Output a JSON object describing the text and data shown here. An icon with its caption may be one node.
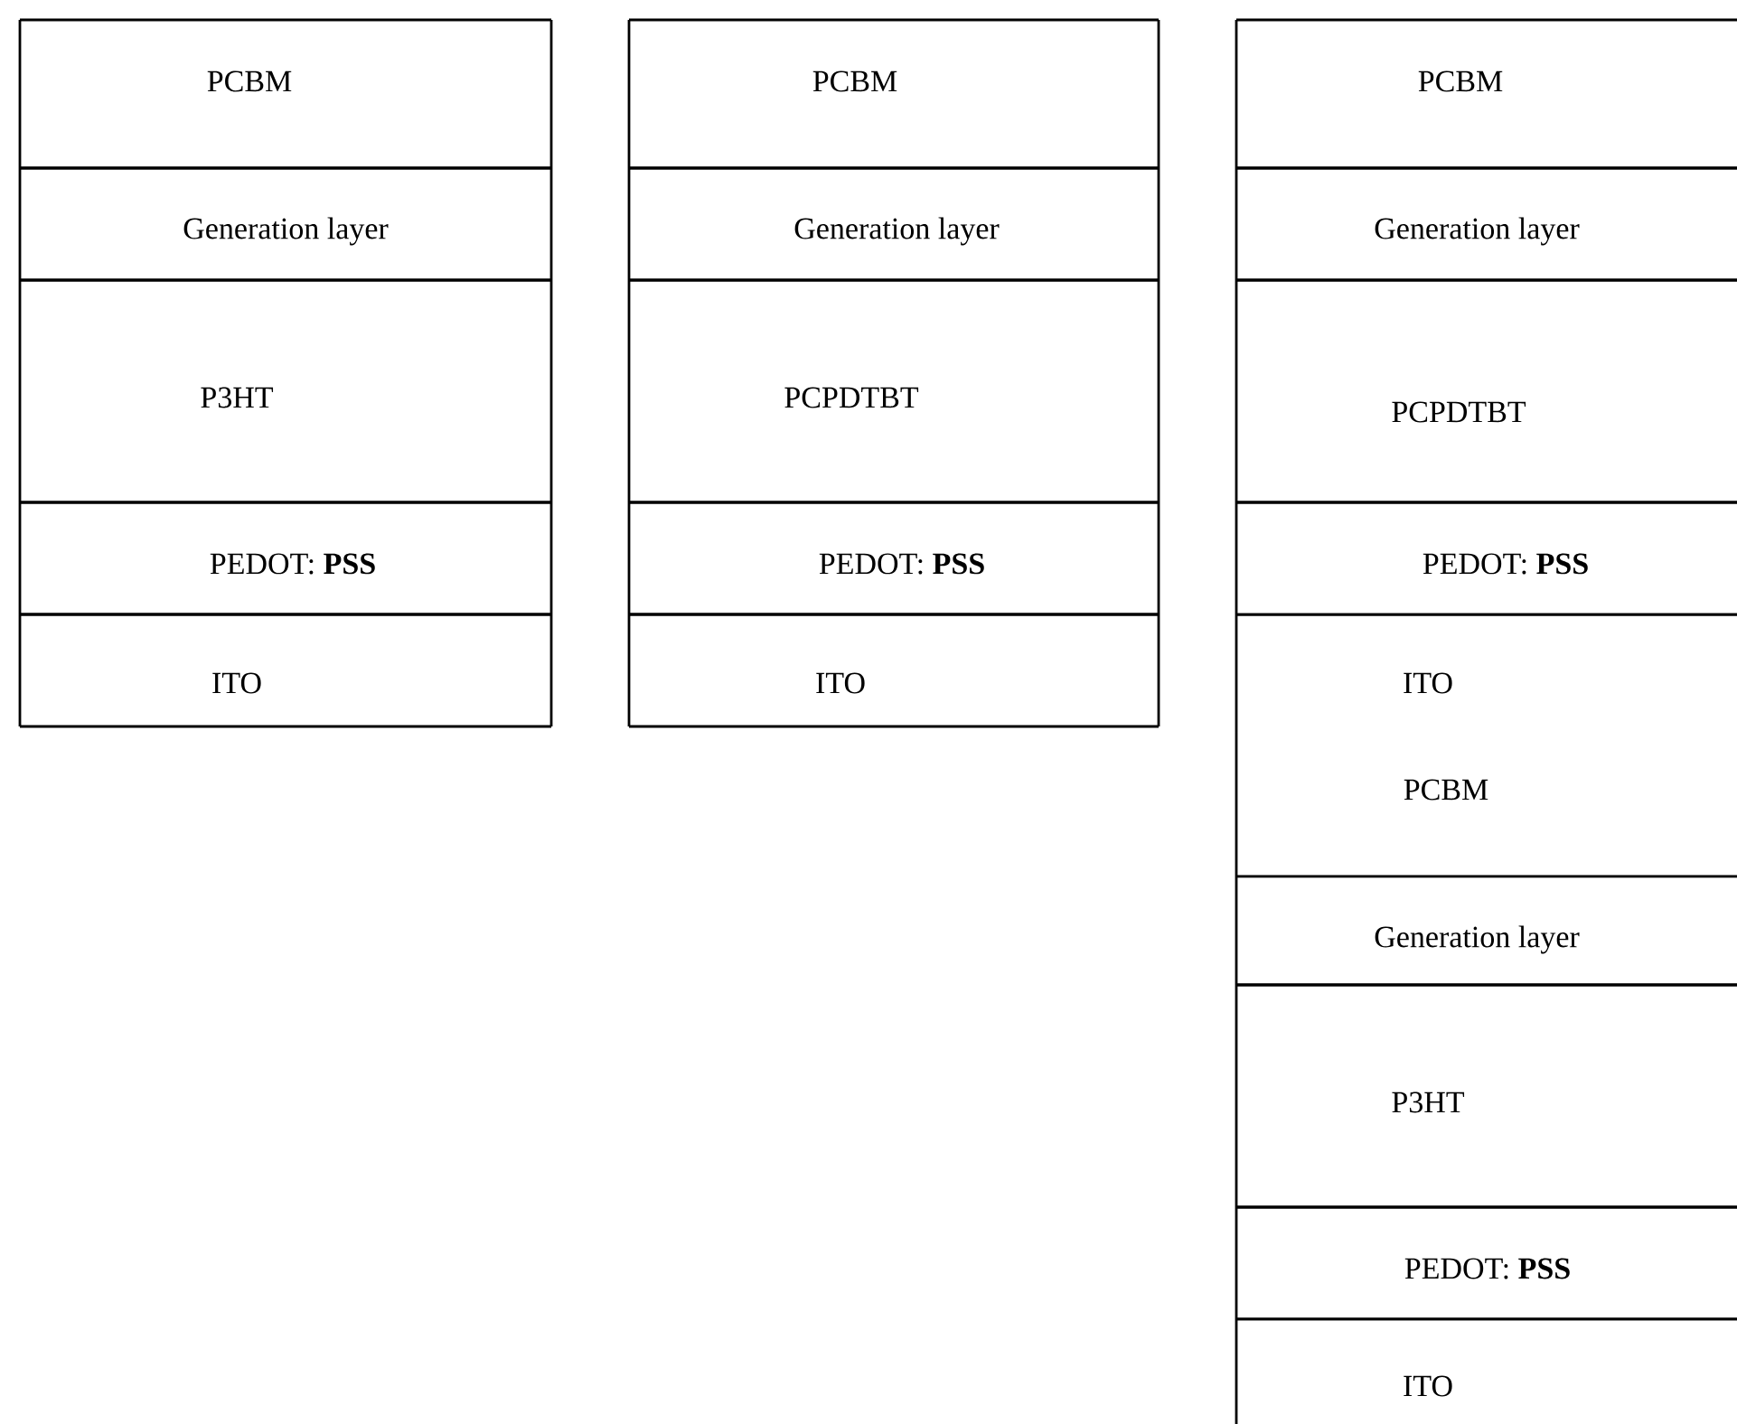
{
  "diagram": {
    "nodes": [
      {
        "text": [
          "PCBM"
        ]
      },
      {
        "text": [
          "Generation layer"
        ]
      },
      {
        "text": [
          "P3HT"
        ]
      },
      {
        "text": [
          "PEDOT: **PSS**"
        ]
      },
      {
        "text": [
          "ITO"
        ]
      },
      {
        "text": [
          "PCBM"
        ]
      },
      {
        "text": [
          "Generation layer"
        ]
      },
      {
        "text": [
          "PCPDTBT"
        ]
      },
      {
        "text": [
          "PEDOT: **PSS**"
        ]
      },
      {
        "text": [
          "ITO"
        ]
      },
      {
        "text": [
          "PCBM"
        ]
      },
      {
        "text": [
          "Generation layer"
        ]
      },
      {
        "text": [
          "PCPDTBT"
        ]
      },
      {
        "text": [
          "PEDOT: **PSS**"
        ]
      },
      {
        "text": [
          "ITO"
        ]
      },
      {
        "text": [
          "PCBM"
        ]
      },
      {
        "text": [
          "Generation layer"
        ]
      },
      {
        "text": [
          "P3HT"
        ]
      },
      {
        "text": [
          "PEDOT: **PSS**"
        ]
      },
      {
        "text": [
          "ITO"
        ]
      }
    ]
  }
}
